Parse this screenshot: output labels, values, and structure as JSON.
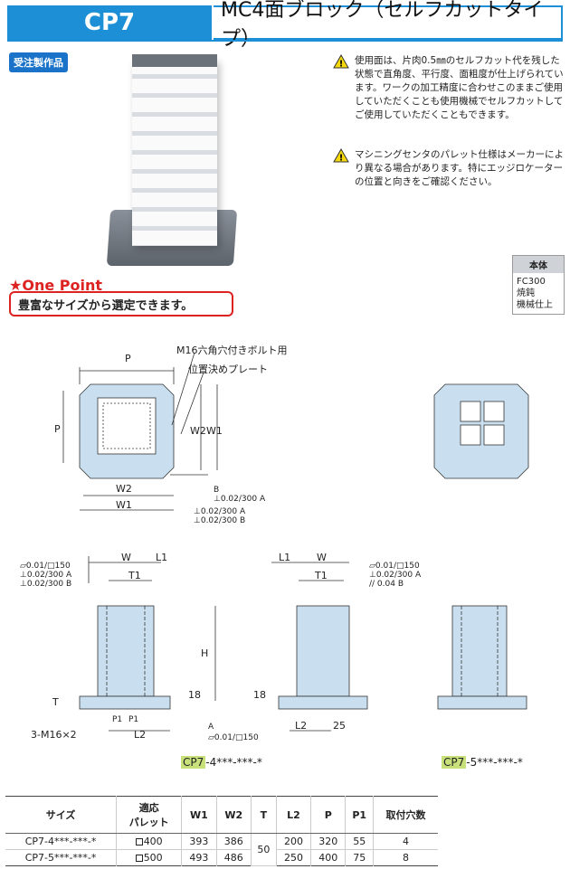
{
  "header": {
    "code": "CP7",
    "title": "MC4面ブロック（セルフカットタイプ）"
  },
  "badge": "受注製作品",
  "notes": [
    "使用面は、片肉0.5㎜のセルフカット代を残した状態で直角度、平行度、面粗度が仕上げられています。ワークの加工精度に合わせこのままご使用していただくことも使用機械でセルフカットしてご使用していただくこともできます。",
    "マシニングセンタのパレット仕様はメーカーにより異なる場合があります。特にエッジロケーターの位置と向きをご確認ください。"
  ],
  "material": {
    "header": "本体",
    "lines": [
      "FC300",
      "焼鈍",
      "機械仕上"
    ]
  },
  "one_point": {
    "heading": "★One Point",
    "text": "豊富なサイズから選定できます。"
  },
  "drawing_labels": {
    "p": "P",
    "w": "W",
    "w1": "W1",
    "w2": "W2",
    "h": "H",
    "t": "T",
    "t1": "T1",
    "l1": "L1",
    "l2": "L2",
    "p1": "P1",
    "dim18": "18",
    "dim25": "25",
    "bolt": "M16六角穴付きボルト用",
    "plate": "位置決めプレート",
    "holes": "3-M16×2",
    "datum_a": "A",
    "datum_b": "B",
    "tol_perp_a": "⊥0.02/300 A",
    "tol_perp_b": "⊥0.02/300 B",
    "tol_flat": "▱0.01/□150",
    "tol_par": "// 0.04 B"
  },
  "captions": {
    "left_code": "CP7",
    "left_suffix": "-4***-***-*",
    "right_code": "CP7",
    "right_suffix": "-5***-***-*"
  },
  "table": {
    "headers": [
      "サイズ",
      "適応\nパレット",
      "W1",
      "W2",
      "T",
      "L2",
      "P",
      "P1",
      "取付穴数"
    ],
    "rows": [
      {
        "size": "CP7-4***-***-*",
        "pallet": "400",
        "w1": "393",
        "w2": "386",
        "t": "50",
        "l2": "200",
        "p": "320",
        "p1": "55",
        "holes": "4"
      },
      {
        "size": "CP7-5***-***-*",
        "pallet": "500",
        "w1": "493",
        "w2": "486",
        "t": "50",
        "l2": "250",
        "p": "400",
        "p1": "75",
        "holes": "8"
      }
    ]
  },
  "colors": {
    "brand_blue": "#1c8fd6",
    "part_blue": "#c9dff0",
    "accent_red": "#dd2222",
    "tag_green": "#c8e07a"
  }
}
